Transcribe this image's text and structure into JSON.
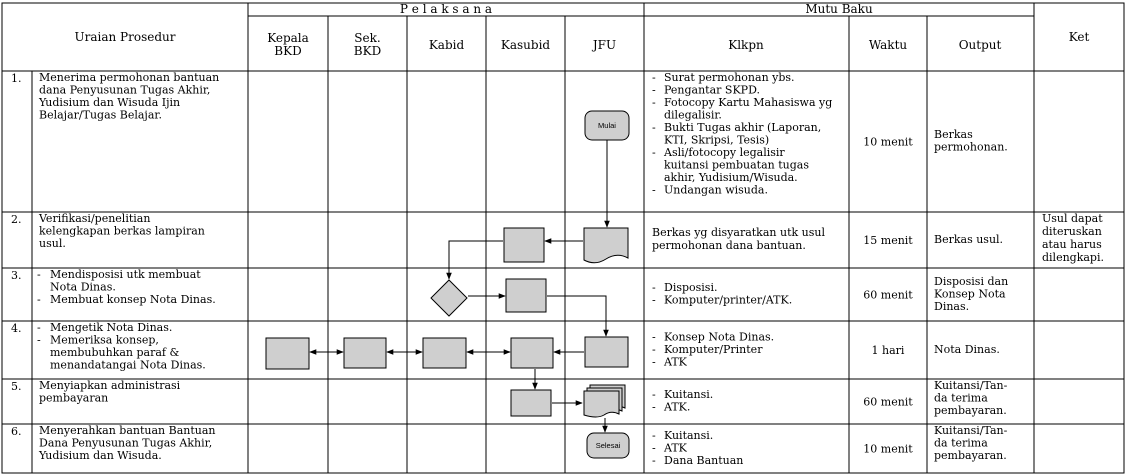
{
  "header": {
    "uraian": "Uraian Prosedur",
    "pelaksana": "P e l a k s a n a",
    "mutu_baku": "Mutu Baku",
    "ket": "Ket",
    "roles": [
      [
        "Kepala",
        "BKD"
      ],
      [
        "Sek.",
        "BKD"
      ],
      [
        "Kabid"
      ],
      [
        "Kasubid"
      ],
      [
        "JFU"
      ]
    ],
    "kelengkapan": "Klkpn",
    "waktu": "Waktu",
    "output": "Output"
  },
  "rows": [
    {
      "no": "1.",
      "uraian": [
        {
          "dash": false,
          "lines": [
            "Menerima permohonan bantuan",
            "dana Penyusunan Tugas Akhir,",
            "Yudisium dan Wisuda Ijin",
            "Belajar/Tugas Belajar."
          ]
        }
      ],
      "kelengkapan": [
        {
          "lines": [
            "Surat permohonan ybs."
          ]
        },
        {
          "lines": [
            "Pengantar SKPD."
          ]
        },
        {
          "lines": [
            "Fotocopy Kartu Mahasiswa yg",
            "dilegalisir."
          ]
        },
        {
          "lines": [
            "Bukti Tugas akhir (Laporan,",
            "KTI, Skripsi, Tesis)"
          ]
        },
        {
          "lines": [
            "Asli/fotocopy legalisir",
            "kuitansi pembuatan tugas",
            "akhir, Yudisium/Wisuda."
          ]
        },
        {
          "lines": [
            "Undangan wisuda."
          ]
        }
      ],
      "waktu": "10 menit",
      "output": [
        "Berkas",
        "permohonan."
      ],
      "ket": []
    },
    {
      "no": "2.",
      "uraian": [
        {
          "dash": false,
          "lines": [
            "Verifikasi/penelitian",
            "kelengkapan berkas lampiran",
            "usul."
          ]
        }
      ],
      "kelengkapan_text": [
        "Berkas yg disyaratkan utk usul",
        "permohonan dana bantuan."
      ],
      "waktu": "15 menit",
      "output": [
        "Berkas usul."
      ],
      "ket": [
        "Usul dapat",
        "diteruskan",
        "atau harus",
        "dilengkapi."
      ]
    },
    {
      "no": "3.",
      "uraian": [
        {
          "dash": true,
          "lines": [
            "Mendisposisi utk membuat",
            "Nota Dinas."
          ]
        },
        {
          "dash": true,
          "lines": [
            "Membuat konsep Nota Dinas."
          ]
        }
      ],
      "kelengkapan": [
        {
          "lines": [
            "Disposisi."
          ]
        },
        {
          "lines": [
            "Komputer/printer/ATK."
          ]
        }
      ],
      "waktu": "60 menit",
      "output": [
        "Disposisi dan",
        "Konsep Nota",
        "Dinas."
      ],
      "ket": []
    },
    {
      "no": "4.",
      "uraian": [
        {
          "dash": true,
          "lines": [
            "Mengetik Nota Dinas."
          ]
        },
        {
          "dash": true,
          "lines": [
            "Memeriksa konsep,",
            "membubuhkan paraf &",
            "menandatangai Nota Dinas."
          ]
        }
      ],
      "kelengkapan": [
        {
          "lines": [
            "Konsep Nota Dinas."
          ]
        },
        {
          "lines": [
            "Komputer/Printer"
          ]
        },
        {
          "lines": [
            "ATK"
          ]
        }
      ],
      "waktu": "1 hari",
      "output": [
        "Nota Dinas."
      ],
      "ket": []
    },
    {
      "no": "5.",
      "uraian": [
        {
          "dash": false,
          "lines": [
            "Menyiapkan administrasi",
            "pembayaran"
          ]
        }
      ],
      "kelengkapan": [
        {
          "lines": [
            "Kuitansi."
          ]
        },
        {
          "lines": [
            "ATK."
          ]
        }
      ],
      "waktu": "60 menit",
      "output": [
        "Kuitansi/Tan-",
        "da terima",
        "pembayaran."
      ],
      "ket": []
    },
    {
      "no": "6.",
      "uraian": [
        {
          "dash": false,
          "lines": [
            "Menyerahkan bantuan Bantuan",
            "Dana Penyusunan Tugas Akhir,",
            "Yudisium dan Wisuda."
          ]
        }
      ],
      "kelengkapan": [
        {
          "lines": [
            "Kuitansi."
          ]
        },
        {
          "lines": [
            "ATK"
          ]
        },
        {
          "lines": [
            "Dana Bantuan"
          ]
        }
      ],
      "waktu": "10 menit",
      "output": [
        "Kuitansi/Tan-",
        "da terima",
        "pembayaran."
      ],
      "ket": []
    }
  ],
  "flow": {
    "mulai": "Mulai",
    "selesai": "Selesai"
  }
}
